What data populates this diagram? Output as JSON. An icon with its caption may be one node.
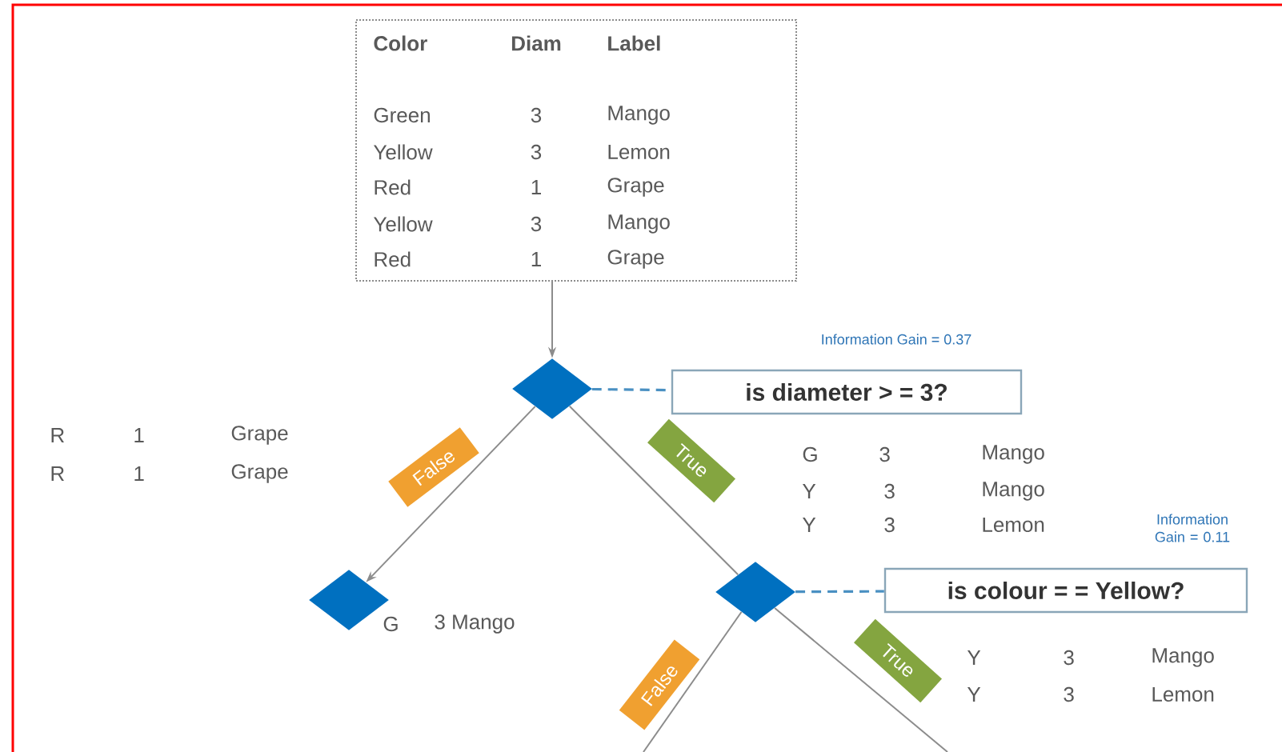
{
  "diagram": {
    "nodes": [
      {
        "text": [
          "Color",
          "Diam",
          "Label",
          "Green",
          "3",
          "Mango",
          "Yellow",
          "3",
          "Lemon",
          "Red",
          "1",
          "Grape",
          "Yellow",
          "3",
          "Mango",
          "Red",
          "1",
          "Grape"
        ]
      },
      {
        "text": [],
        "shape": "diamond"
      },
      {
        "text": [
          "is diameter > = 3?"
        ],
        "beside": [
          "Information Gain = 0.37"
        ]
      },
      {
        "text": [],
        "shape": "diamond",
        "beside": [
          "G",
          "3 Mango"
        ]
      },
      {
        "text": [],
        "shape": "diamond"
      },
      {
        "text": [
          "is colour = = Yellow?"
        ],
        "beside": [
          "Information Gain = 0.11"
        ]
      }
    ],
    "edges": [
      {
        "from": 0,
        "to": 1,
        "arrow": "to"
      },
      {
        "from": 1,
        "to": 2,
        "arrow": "none",
        "style": "dashed",
        "color": "#4a90c2"
      },
      {
        "from": 1,
        "to": 3,
        "arrow": "to",
        "label": "False"
      },
      {
        "from": 1,
        "to": 4,
        "arrow": "none",
        "label": "True"
      },
      {
        "from": 4,
        "to": 5,
        "arrow": "none",
        "style": "dashed",
        "color": "#4a90c2"
      },
      {
        "from": 4,
        "to": null,
        "arrow": "none",
        "label": "False"
      },
      {
        "from": 4,
        "to": null,
        "arrow": "none",
        "label": "True"
      }
    ],
    "labels": [
      "R",
      "1",
      "Grape",
      "R",
      "1",
      "Grape",
      "G",
      "3",
      "Mango",
      "Y",
      "3",
      "Mango",
      "Y",
      "3",
      "Lemon",
      "Y",
      "3",
      "Mango",
      "Y",
      "3",
      "Lemon"
    ]
  }
}
